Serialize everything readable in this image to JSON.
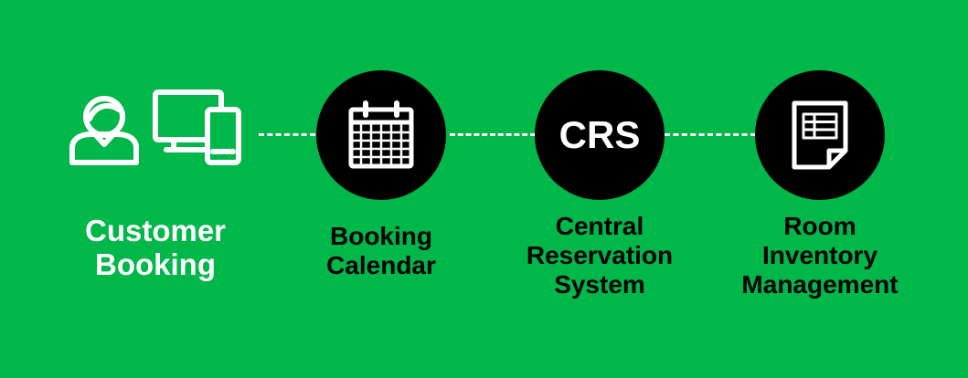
{
  "colors": {
    "background": "#00b74a",
    "circle": "#000000",
    "icon": "#ffffff",
    "primary_label": "#ffffff",
    "secondary_label": "#000000"
  },
  "steps": [
    {
      "icon": "customer-devices-icon",
      "label_lines": [
        "Customer",
        "Booking"
      ]
    },
    {
      "icon": "calendar-icon",
      "label_lines": [
        "Booking",
        "Calendar"
      ]
    },
    {
      "icon": "crs-text-icon",
      "icon_text": "CRS",
      "label_lines": [
        "Central",
        "Reservation",
        "System"
      ]
    },
    {
      "icon": "inventory-sheet-icon",
      "label_lines": [
        "Room",
        "Inventory",
        "Management"
      ]
    }
  ]
}
